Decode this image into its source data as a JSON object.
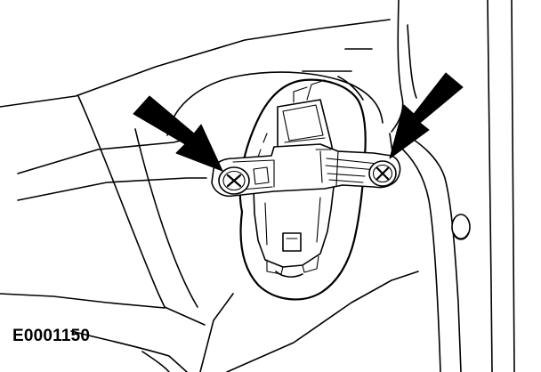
{
  "figure": {
    "reference_code": "E0001150",
    "icons": [
      "arrow-pointer",
      "screw",
      "clip-bracket",
      "mounting-hole"
    ],
    "colors": {
      "ink": "#000000",
      "paper": "#ffffff"
    }
  }
}
